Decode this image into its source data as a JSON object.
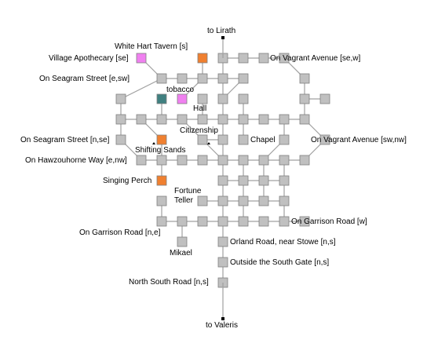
{
  "map": {
    "exits": {
      "north": "to Lirath",
      "south": "to Valeris"
    },
    "labels": {
      "white_hart": "White Hart Tavern [s]",
      "apothecary": "Village Apothecary [se]",
      "seagram_e_sw": "On Seagram Street [e,sw]",
      "tobacco": "tobacco",
      "hall": "Hall",
      "citizenship": "Citizenship",
      "seagram_n_se": "On Seagram Street [n,se]",
      "shifting_sands": "Shifting Sands",
      "hawzouhorne": "On Hawzouhorne Way [e,nw]",
      "singing_perch": "Singing Perch",
      "fortune_teller": "Fortune\nTeller",
      "garrison_n_e": "On Garrison Road [n,e]",
      "mikael": "Mikael",
      "vagrant_se_w": "On Vagrant Avenue [se,w]",
      "chapel": "Chapel",
      "vagrant_sw_nw": "On Vagrant Avenue [sw,nw]",
      "garrison_w": "On Garrison Road [w]",
      "orland": "Orland Road, near Stowe [n,s]",
      "outside_gate": "Outside the South Gate [n,s]",
      "north_south": "North South Road [n,s]"
    },
    "colors": {
      "room": "#c0c0c0",
      "room_border": "#808080",
      "line": "#a0a0a0",
      "shop_orange": "#f08030",
      "shop_pink": "#f080f0",
      "shop_teal": "#408080",
      "exit_marker": "#000000"
    }
  }
}
